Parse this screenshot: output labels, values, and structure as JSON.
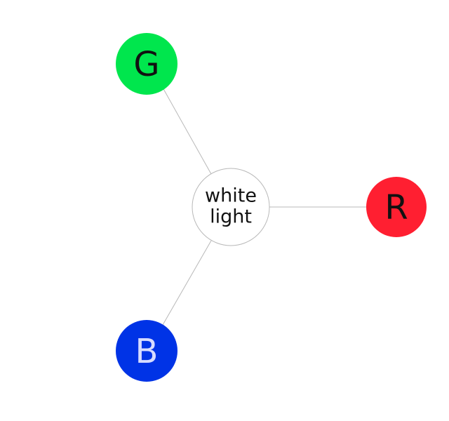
{
  "diagram": {
    "center": {
      "line1": "white",
      "line2": "light",
      "fill": "#ffffff",
      "text_color": "#111111"
    },
    "nodes": {
      "g": {
        "label": "G",
        "fill": "#00e64d",
        "text_color": "#111111"
      },
      "r": {
        "label": "R",
        "fill": "#ff1f31",
        "text_color": "#111111"
      },
      "b": {
        "label": "B",
        "fill": "#0033e6",
        "text_color": "#d6dcff"
      }
    }
  }
}
